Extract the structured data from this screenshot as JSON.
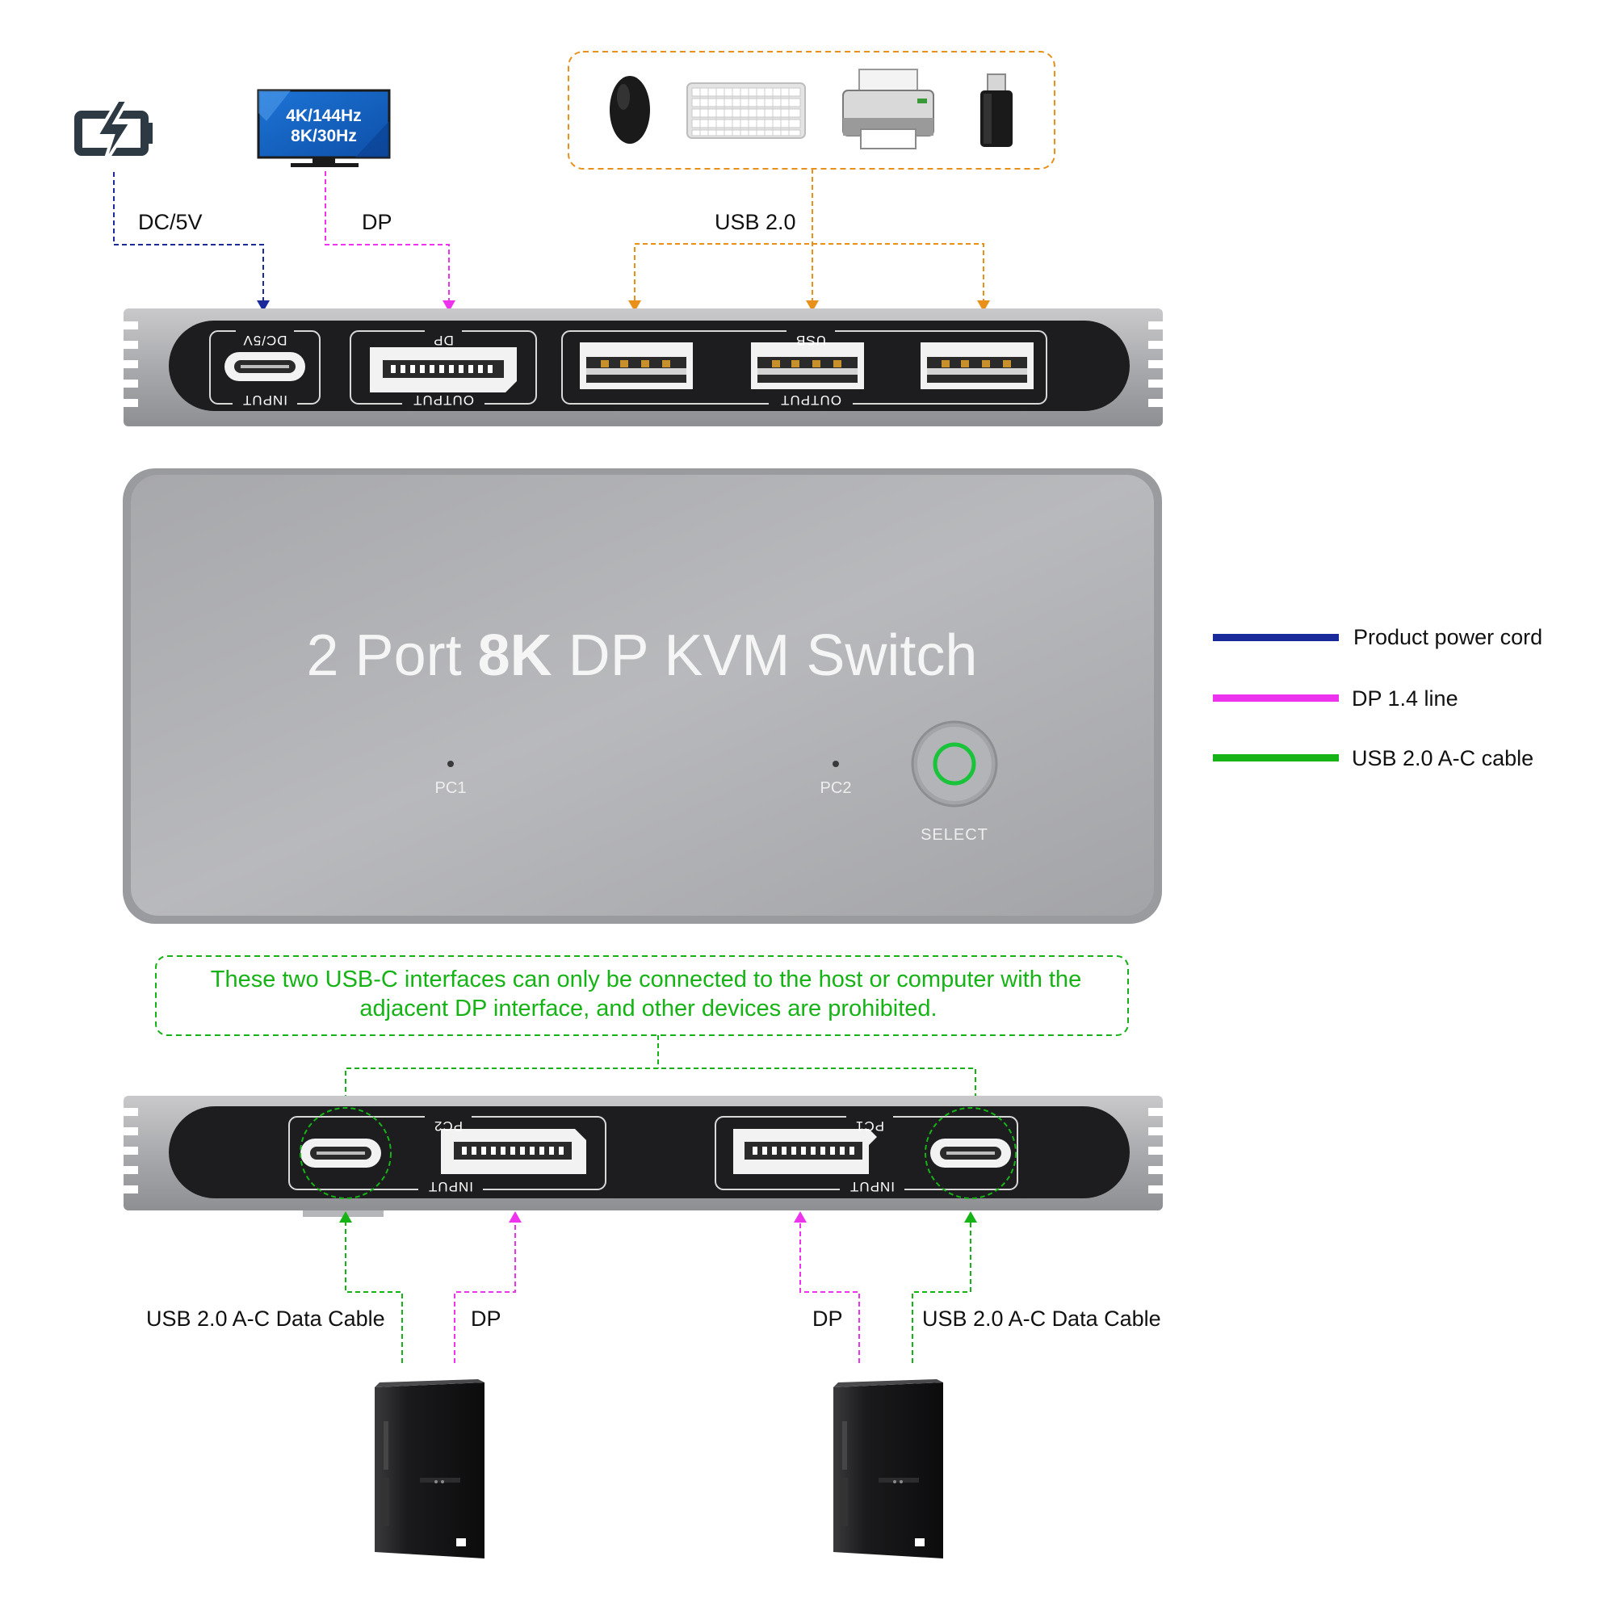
{
  "title": {
    "pre": "2 Port ",
    "bold": "8K",
    "post": " DP KVM Switch"
  },
  "monitor": {
    "line1": "4K/144Hz",
    "line2": "8K/30Hz"
  },
  "top_labels": {
    "dc": "DC/5V",
    "dp": "DP",
    "usb": "USB 2.0"
  },
  "top_panel": {
    "dc_label": "DC/5V",
    "dc_sub": "INPUT",
    "dp_label": "DP",
    "dp_sub": "OUTPUT",
    "usb_label": "USB",
    "usb_sub": "OUTPUT"
  },
  "front": {
    "pc1": "PC1",
    "pc2": "PC2",
    "select": "SELECT"
  },
  "note": {
    "line1": "These two USB-C interfaces can only be connected to the host or computer with the",
    "line2": "adjacent DP interface, and other devices are prohibited."
  },
  "bottom_panel": {
    "pc2": "PC2",
    "pc1": "PC1",
    "input_left": "INPUT",
    "input_right": "INPUT"
  },
  "bottom_labels": {
    "usb_left": "USB 2.0 A-C Data Cable",
    "dp_left": "DP",
    "dp_right": "DP",
    "usb_right": "USB 2.0 A-C Data Cable"
  },
  "legend": [
    {
      "label": "Product power cord",
      "color": "#1a2a9a"
    },
    {
      "label": "DP 1.4 line",
      "color": "#ee33ee"
    },
    {
      "label": "USB 2.0 A-C cable",
      "color": "#16b316"
    }
  ],
  "colors": {
    "power": "#1a2a9a",
    "dp": "#ee33ee",
    "usb_peripheral": "#e8901a",
    "usb_c": "#16b316",
    "select_ring": "#19c43a"
  },
  "icons": [
    "battery-charging-icon",
    "monitor-icon",
    "mouse-icon",
    "keyboard-icon",
    "printer-icon",
    "usb-drive-icon",
    "desktop-tower-icon"
  ]
}
